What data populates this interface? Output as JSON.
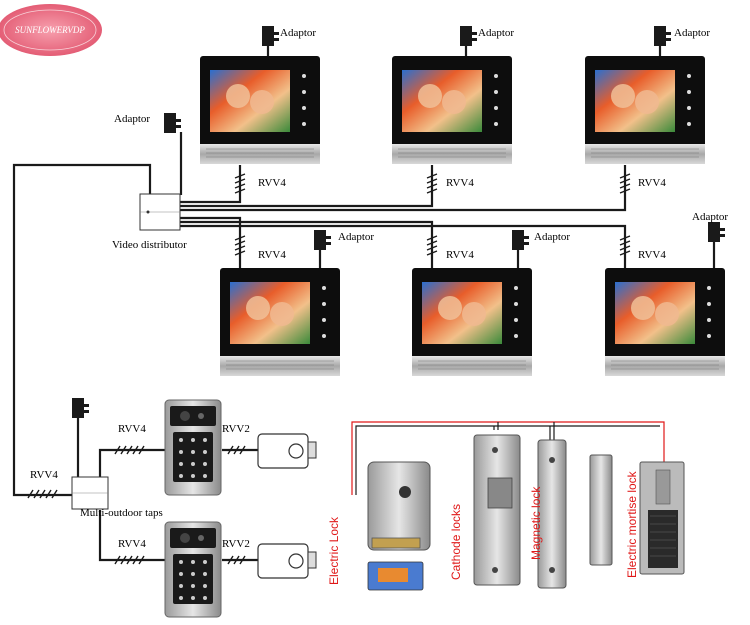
{
  "brand": {
    "logo_text": "SUNFLOWERVDP"
  },
  "labels": {
    "adaptor": "Adaptor",
    "rvv4": "RVV4",
    "rvv2": "RVV2",
    "video_distributor": "Video distributor",
    "multi_outdoor_taps": "Multi-outdoor taps"
  },
  "locks": [
    {
      "name": "Electric Lock"
    },
    {
      "name": "Cathode locks"
    },
    {
      "name": "Magnetic lock"
    },
    {
      "name": "Electric mortise lock"
    }
  ],
  "colors": {
    "wire": "#1a1a1a",
    "lock_label": "#e01818",
    "monitor_frame": "#0d0d0d",
    "logo_bg": "#f07a8a"
  }
}
